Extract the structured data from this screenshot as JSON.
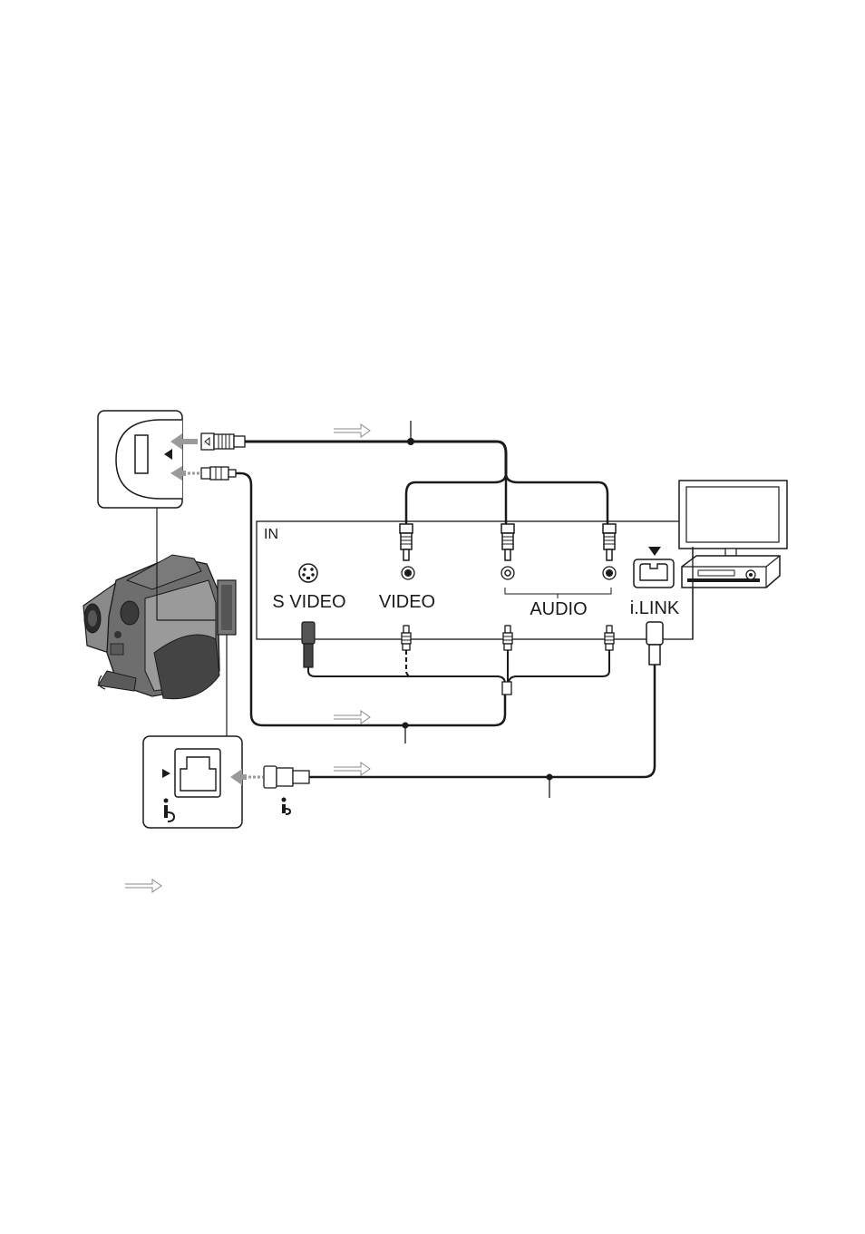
{
  "panel": {
    "in_label": "IN",
    "jacks": {
      "s_video": "S VIDEO",
      "video": "VIDEO",
      "audio": "AUDIO",
      "ilink": "i.LINK"
    }
  },
  "legend": {
    "signal_flow_icon": "signal-flow-arrow-icon"
  },
  "colors": {
    "line": "#1a1a1a",
    "gray_arrow": "#9a9a9a",
    "camcorder_body": "#6e6e6e"
  }
}
